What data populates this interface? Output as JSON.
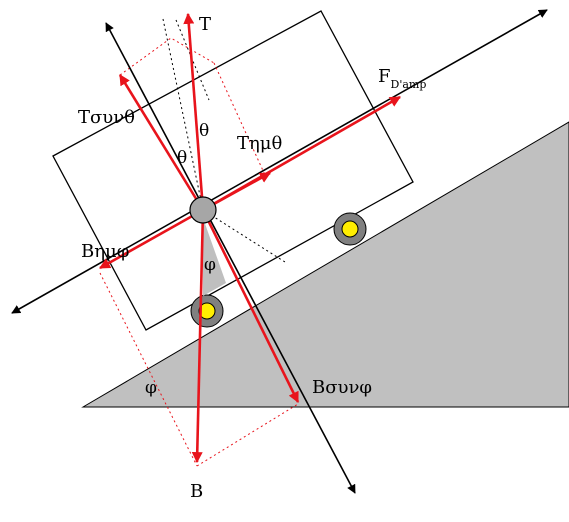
{
  "labels": {
    "tension": "T",
    "tension_cos": "Τσυνθ",
    "tension_sin": "Τημθ",
    "theta_left": "θ",
    "theta_right": "θ",
    "force_main": "F",
    "force_sub": "D'amp",
    "weight_sin": "Βημφ",
    "phi_small": "φ",
    "weight_cos": "Βσυνφ",
    "phi_incline": "φ",
    "weight": "Β"
  },
  "colors": {
    "force_vectors": "#e8141c",
    "axes": "#000000",
    "incline_fill": "#c0c0c0",
    "wheel_hub": "#ffee00",
    "wheel_ring": "#808080",
    "pivot": "#a6a6a6",
    "phi_wedge": "#bfbfbf"
  }
}
